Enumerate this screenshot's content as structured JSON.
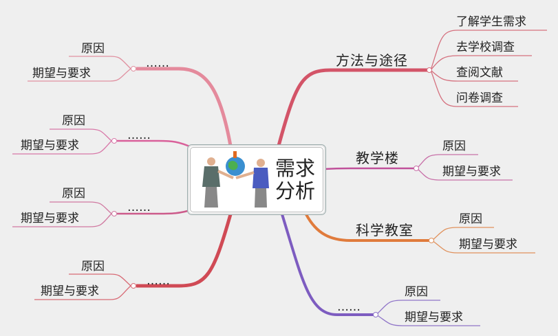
{
  "center": {
    "title_line1": "需求",
    "title_line2": "分析",
    "icon": "business-handshake-globe-illustration"
  },
  "colors": {
    "background": "#efefef",
    "branch_methods": "#d35468",
    "branch_building": "#c0509a",
    "branch_science": "#e07b3c",
    "branch_more_right": "#7d5cc0",
    "branch_left_1": "#e48a9c",
    "branch_left_2": "#d9609a",
    "branch_left_3": "#cc5a8a",
    "branch_left_4": "#d04a55"
  },
  "right": [
    {
      "label": "方法与途径",
      "children": [
        "了解学生需求",
        "去学校调查",
        "查阅文献",
        "问卷调查"
      ]
    },
    {
      "label": "教学楼",
      "children": [
        "原因",
        "期望与要求"
      ]
    },
    {
      "label": "科学教室",
      "children": [
        "原因",
        "期望与要求"
      ]
    },
    {
      "label": "……",
      "children": [
        "原因",
        "期望与要求"
      ]
    }
  ],
  "left": [
    {
      "label": "……",
      "children": [
        "原因",
        "期望与要求"
      ]
    },
    {
      "label": "……",
      "children": [
        "原因",
        "期望与要求"
      ]
    },
    {
      "label": "……",
      "children": [
        "原因",
        "期望与要求"
      ]
    },
    {
      "label": "……",
      "children": [
        "原因",
        "期望与要求"
      ]
    }
  ]
}
